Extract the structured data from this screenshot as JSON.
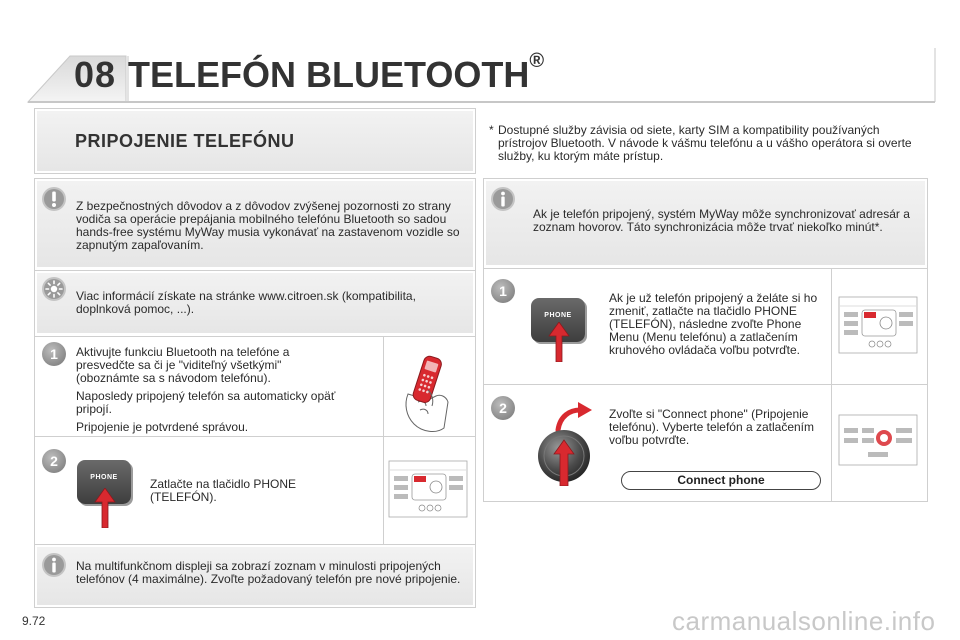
{
  "header": {
    "chapter_number": "08",
    "chapter_title": "TELEFÓN BLUETOOTH",
    "registered_mark": "®"
  },
  "section_title": "PRIPOJENIE TELEFÓNU",
  "footnote": {
    "marker": "*",
    "text": "Dostupné služby závisia od siete, karty SIM a kompatibility používaných prístrojov Bluetooth. V návode k vášmu telefónu a u vášho operátora si overte služby, ku ktorým máte prístup."
  },
  "left": {
    "warning": "Z bezpečnostných dôvodov a z dôvodov zvýšenej pozornosti zo strany vodiča sa operácie prepájania mobilného telefónu Bluetooth so sadou hands-free systému MyWay musia vykonávať na zastavenom vozidle so zapnutým zapaľovaním.",
    "tip": "Viac informácií získate na stránke www.citroen.sk (kompatibilita, doplnková pomoc, ...).",
    "step1_number": "1",
    "step1_paragraphs": [
      "Aktivujte funkciu Bluetooth na telefóne a presvedčte sa či je \"viditeľný všetkými\" (oboznámte sa s návodom telefónu).",
      "Naposledy pripojený telefón sa automaticky opäť pripojí.",
      "Pripojenie je potvrdené správou."
    ],
    "step2_number": "2",
    "step2_text": "Zatlačte na tlačidlo PHONE (TELEFÓN).",
    "phone_key_label": "PHONE",
    "info": "Na multifunkčnom displeji sa zobrazí zoznam v minulosti pripojených telefónov (4 maximálne). Zvoľte požadovaný telefón pre nové pripojenie."
  },
  "right": {
    "info": "Ak je telefón pripojený, systém MyWay môže synchronizovať adresár a zoznam hovorov. Táto synchronizácia môže trvať niekoľko minút*.",
    "step1_number": "1",
    "step1_text": "Ak je už telefón pripojený a želáte si ho zmeniť, zatlačte na tlačidlo PHONE (TELEFÓN), následne zvoľte Phone Menu (Menu telefónu) a zatlačením kruhového ovládača voľbu potvrďte.",
    "phone_key_label": "PHONE",
    "step2_number": "2",
    "step2_text": "Zvoľte si \"Connect phone\" (Pripojenie telefónu). Vyberte telefón a zatlačením voľbu potvrďte.",
    "connect_button": "Connect phone"
  },
  "page_number": "9.72",
  "watermark": "carmanualsonline.info",
  "colors": {
    "accent_red": "#d8292f",
    "panel_shade": "#ececec",
    "badge_grey": "#8a8a8a"
  }
}
